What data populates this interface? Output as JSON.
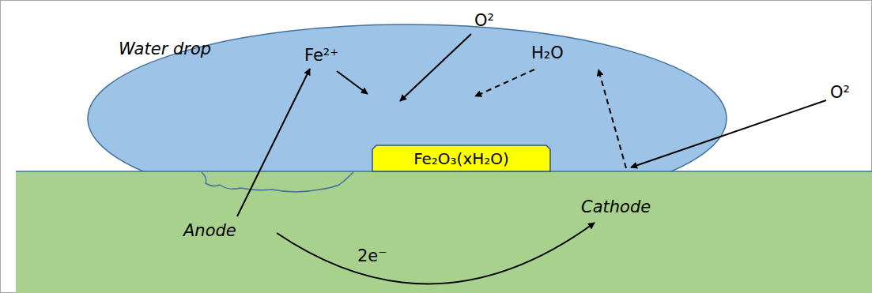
{
  "diagram": {
    "nodes": [
      {
        "text": [
          "Water drop"
        ]
      },
      {
        "text": [
          "Fe₂O₃(xH₂O)"
        ],
        "in": 0
      }
    ],
    "labels": [
      "Fe²⁺",
      "O²",
      "H₂O",
      "O²",
      "Anode",
      "Cathode",
      "2e⁻"
    ]
  }
}
